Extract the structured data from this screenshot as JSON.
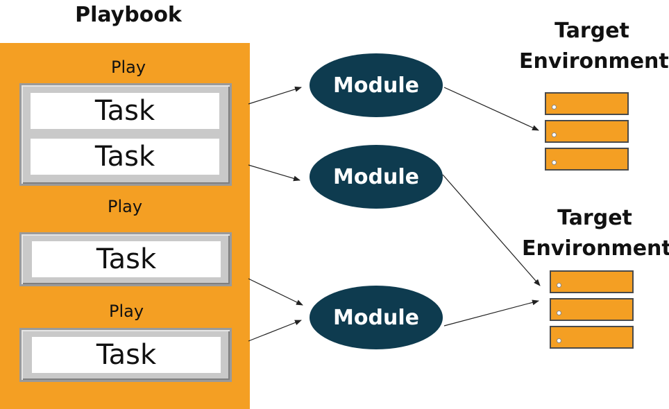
{
  "playbook": {
    "title": "Playbook",
    "plays": [
      {
        "label": "Play",
        "tasks": [
          "Task",
          "Task"
        ]
      },
      {
        "label": "Play",
        "tasks": [
          "Task"
        ]
      },
      {
        "label": "Play",
        "tasks": [
          "Task"
        ]
      }
    ]
  },
  "modules": [
    {
      "label": "Module"
    },
    {
      "label": "Module"
    },
    {
      "label": "Module"
    }
  ],
  "targets": [
    {
      "title_line1": "Target",
      "title_line2": "Environment",
      "servers": 3
    },
    {
      "title_line1": "Target",
      "title_line2": "Environment",
      "servers": 3
    }
  ],
  "colors": {
    "playbook_fill": "#F49F23",
    "module_fill": "#0E3B4F",
    "server_fill": "#F49F23",
    "task_group_fill": "#c9c9c9"
  }
}
